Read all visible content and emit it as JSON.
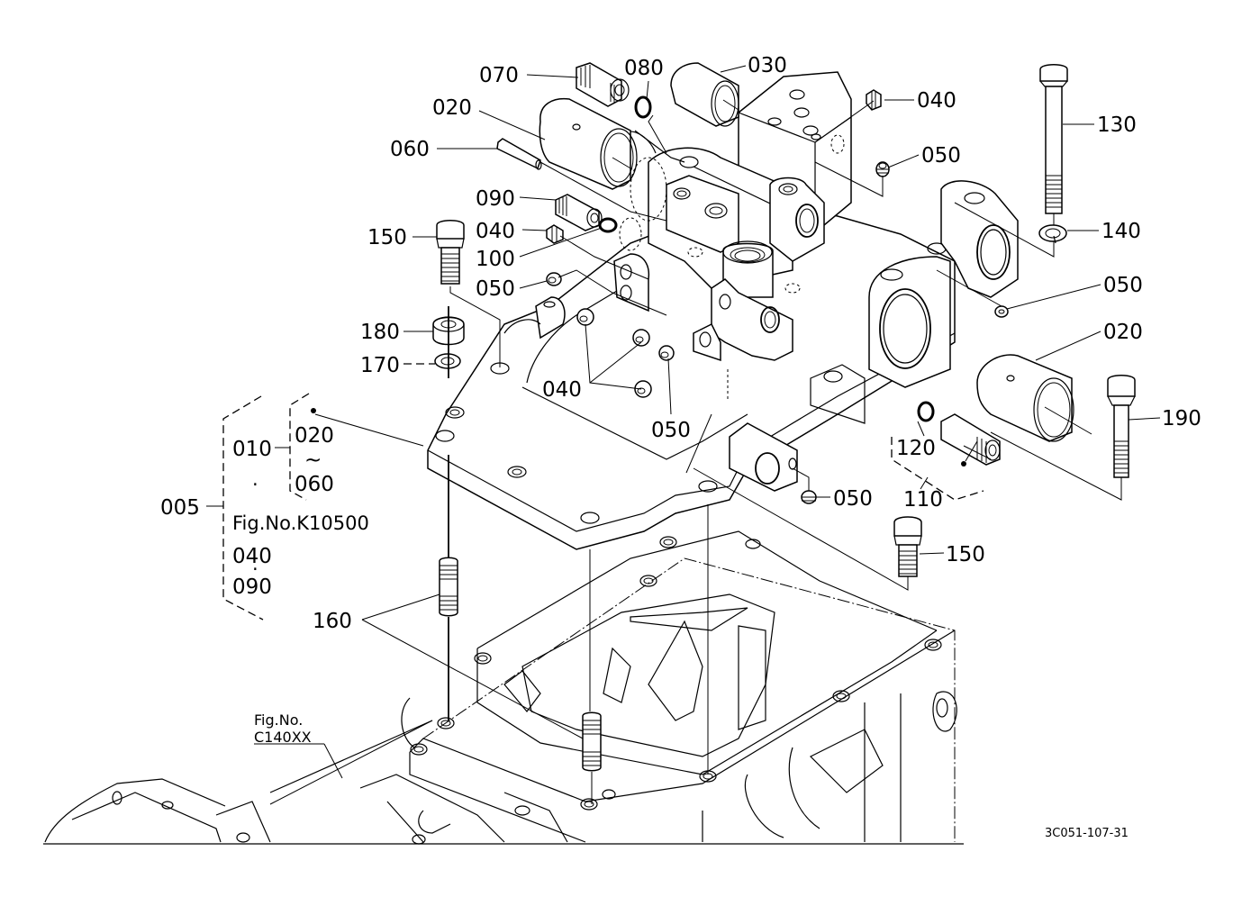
{
  "diagram": {
    "type": "exploded-parts-view",
    "subject": "Hydraulic cylinder/valve block cover assembly on transmission housing",
    "callouts": [
      {
        "id": "c070",
        "label": "070",
        "part": "fitting"
      },
      {
        "id": "c080",
        "label": "080",
        "part": "o-ring"
      },
      {
        "id": "c030",
        "label": "030",
        "part": "sleeve"
      },
      {
        "id": "c040a",
        "label": "040",
        "part": "plug"
      },
      {
        "id": "c020a",
        "label": "020",
        "part": "bushing"
      },
      {
        "id": "c060",
        "label": "060",
        "part": "pin"
      },
      {
        "id": "c050a",
        "label": "050",
        "part": "plug"
      },
      {
        "id": "c130",
        "label": "130",
        "part": "bolt"
      },
      {
        "id": "c090",
        "label": "090",
        "part": "fitting"
      },
      {
        "id": "c040b",
        "label": "040",
        "part": "plug"
      },
      {
        "id": "c150a",
        "label": "150",
        "part": "bolt"
      },
      {
        "id": "c140",
        "label": "140",
        "part": "spring-washer"
      },
      {
        "id": "c100",
        "label": "100",
        "part": "o-ring"
      },
      {
        "id": "c050b",
        "label": "050",
        "part": "plug"
      },
      {
        "id": "c050c",
        "label": "050",
        "part": "plug"
      },
      {
        "id": "c180",
        "label": "180",
        "part": "nut"
      },
      {
        "id": "c020b",
        "label": "020",
        "part": "bushing"
      },
      {
        "id": "c170",
        "label": "170",
        "part": "spring-washer"
      },
      {
        "id": "c040c",
        "label": "040",
        "part": "plug"
      },
      {
        "id": "c190",
        "label": "190",
        "part": "bolt"
      },
      {
        "id": "c050d",
        "label": "050",
        "part": "plug"
      },
      {
        "id": "c120",
        "label": "120",
        "part": "o-ring"
      },
      {
        "id": "c110",
        "label": "110",
        "part": "fitting-assembly"
      },
      {
        "id": "c050e",
        "label": "050",
        "part": "plug"
      },
      {
        "id": "c150b",
        "label": "150",
        "part": "bolt"
      },
      {
        "id": "c160",
        "label": "160",
        "part": "stud"
      }
    ],
    "assembly_group": {
      "main_label": "005",
      "sub_label": "010",
      "sub_range_start": "020",
      "sub_range_tilde": "~",
      "sub_range_end": "060",
      "separator_dot": "·",
      "fig_ref": "Fig.No.K10500",
      "fig_range_start": "040",
      "fig_range_dot": "·",
      "fig_range_end": "090"
    },
    "cross_reference": {
      "line1": "Fig.No.",
      "line2": "C140XX"
    },
    "drawing_code": "3C051-107-31"
  }
}
